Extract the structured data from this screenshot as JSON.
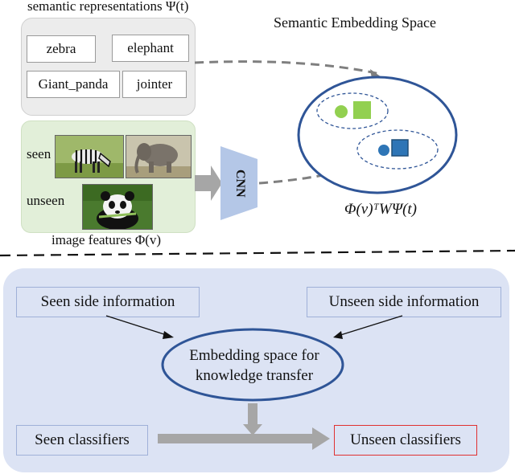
{
  "top": {
    "semantic_label": "semantic representations Ψ(t)",
    "space_title": "Semantic Embedding Space",
    "words": [
      "zebra",
      "elephant",
      "Giant_panda",
      "jointer"
    ],
    "seen_label": "seen",
    "unseen_label": "unseen",
    "image_features_label": "image features Φ(v)",
    "cnn_label": "CNN",
    "formula": "Φ(v)ᵀWΨ(t)"
  },
  "bottom": {
    "seen_side": "Seen side information",
    "unseen_side": "Unseen side information",
    "embed_line1": "Embedding space for",
    "embed_line2": "knowledge transfer",
    "seen_classifiers": "Seen classifiers",
    "unseen_classifiers": "Unseen classifiers"
  },
  "colors": {
    "green_marker": "#92d050",
    "blue_marker": "#2e75b6",
    "ellipse_stroke": "#2f5597",
    "unseen_border": "#e03131"
  }
}
